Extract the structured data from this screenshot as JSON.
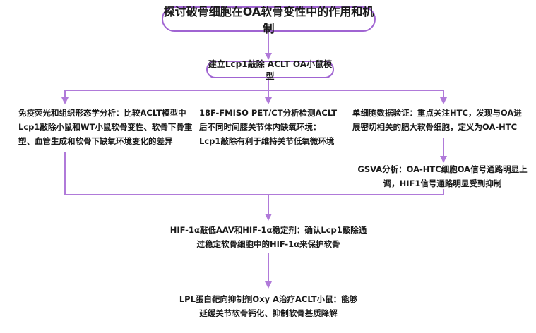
{
  "title": "探讨破骨细胞在OA软骨变性中的作用和机制",
  "model": "建立Lcp1敲除 ACLT OA小鼠模型",
  "branches": {
    "left": "免疫荧光和组织形态学分析：比较ACLT模型中Lcp1敲除小鼠和WT小鼠软骨变性、软骨下骨重塑、血管生成和软骨下缺氧环境变化的差异",
    "middle": "18F-FMISO PET/CT分析检测ACLT后不同时间膝关节体内缺氧环境：Lcp1敲除有利于维持关节低氧微环境",
    "right": "单细胞数据验证：重点关注HTC，发现与OA进展密切相关的肥大软骨细胞，定义为OA-HTC",
    "right_sub": "GSVA分析：OA-HTC细胞OA信号通路明显上调，HIF1信号通路明显受到抑制"
  },
  "step3": "HIF-1α敲低AAV和HIF-1α稳定剂：确认Lcp1敲除通过稳定软骨细胞中的HIF-1α来保护软骨",
  "step4": "LPL蛋白靶向抑制剂Oxy A治疗ACLT小鼠：能够延缓关节软骨钙化、抑制软骨基质降解",
  "colors": {
    "accent": "#a064d2",
    "border": "#a064d2"
  }
}
